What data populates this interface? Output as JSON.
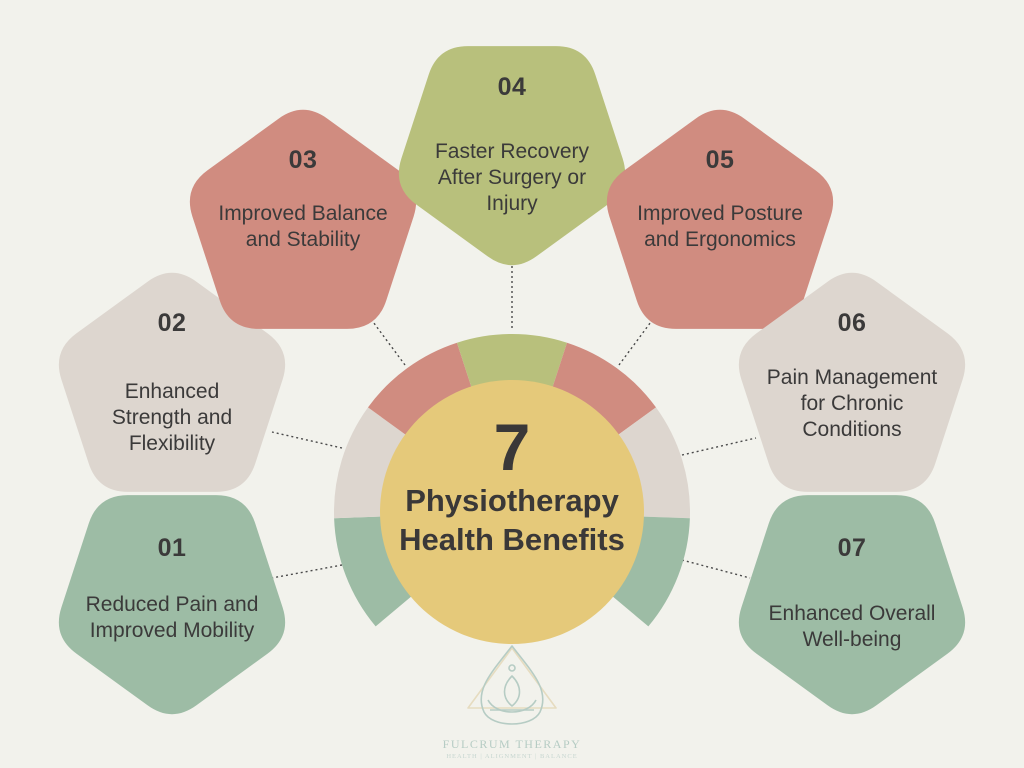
{
  "diagram": {
    "center": {
      "number": "7",
      "title": "Physiotherapy Health Benefits"
    },
    "colors": {
      "background": "#f2f2ec",
      "green": "#9dbca5",
      "beige": "#ddd6cf",
      "red": "#d08c80",
      "olive": "#b8c07c",
      "center": "#e5c97a"
    },
    "benefits": [
      {
        "number": "01",
        "label": "Reduced Pain and Improved Mobility",
        "color": "#9dbca5"
      },
      {
        "number": "02",
        "label": "Enhanced Strength and Flexibility",
        "color": "#ddd6cf"
      },
      {
        "number": "03",
        "label": "Improved Balance and Stability",
        "color": "#d08c80"
      },
      {
        "number": "04",
        "label": "Faster Recovery After Surgery or Injury",
        "color": "#b8c07c"
      },
      {
        "number": "05",
        "label": "Improved Posture and Ergonomics",
        "color": "#d08c80"
      },
      {
        "number": "06",
        "label": "Pain Management for Chronic Conditions",
        "color": "#ddd6cf"
      },
      {
        "number": "07",
        "label": "Enhanced Overall Well-being",
        "color": "#9dbca5"
      }
    ]
  },
  "logo": {
    "name": "FULCRUM THERAPY",
    "tagline": "HEALTH | ALIGNMENT | BALANCE",
    "icon": "lotus-teardrop-icon",
    "color": "#b6ccc4"
  }
}
